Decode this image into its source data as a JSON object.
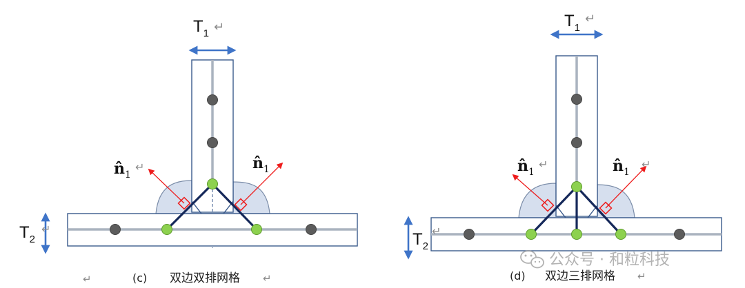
{
  "colors": {
    "plate_border": "#3a5a8c",
    "plate_fill": "#ffffff",
    "midline": "#aab3bf",
    "weld_fill": "#d6dfee",
    "weld_border": "#7a8ca8",
    "node_gray": "#5c5c5c",
    "node_green": "#8dd14f",
    "element_line": "#15285a",
    "normal_arrow": "#ee1c1c",
    "dimension_arrow": "#3f74c8"
  },
  "icons": {
    "return_mark": "↵",
    "watermark_icon": "wechat-icon"
  },
  "diagram_c": {
    "thickness_vertical": {
      "base": "T",
      "sub": "1"
    },
    "thickness_horizontal": {
      "base": "T",
      "sub": "2"
    },
    "normal_label": {
      "base": "n̂",
      "sub": "1"
    },
    "caption_tag": "(c)",
    "caption_text": "双边双排网格"
  },
  "diagram_d": {
    "thickness_vertical": {
      "base": "T",
      "sub": "1"
    },
    "thickness_horizontal": {
      "base": "T",
      "sub": "2"
    },
    "normal_label": {
      "base": "n̂",
      "sub": "1"
    },
    "caption_tag": "(d)",
    "caption_text": "双边三排网格"
  },
  "watermark": {
    "text": "公众号 · 和粒科技"
  }
}
